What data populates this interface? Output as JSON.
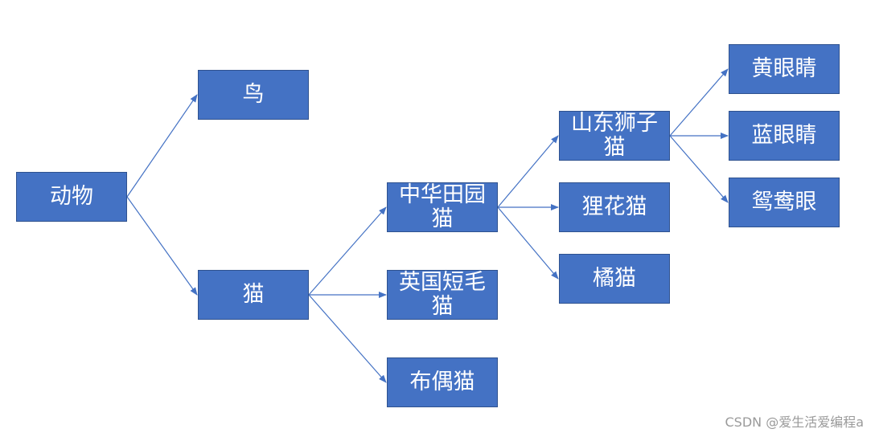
{
  "nodes": {
    "animal": "动物",
    "bird": "鸟",
    "cat": "猫",
    "chinese_cat": "中华田园猫",
    "british_shorthair": "英国短毛猫",
    "ragdoll": "布偶猫",
    "shandong_lion_cat": "山东狮子猫",
    "lihua_cat": "狸花猫",
    "orange_cat": "橘猫",
    "yellow_eyes": "黄眼睛",
    "blue_eyes": "蓝眼睛",
    "odd_eyes": "鸳鸯眼"
  },
  "colors": {
    "node_fill": "#4472c4",
    "node_border": "#2f528f",
    "connector": "#4472c4",
    "text": "#ffffff"
  },
  "watermark": "CSDN @爱生活爱编程a"
}
